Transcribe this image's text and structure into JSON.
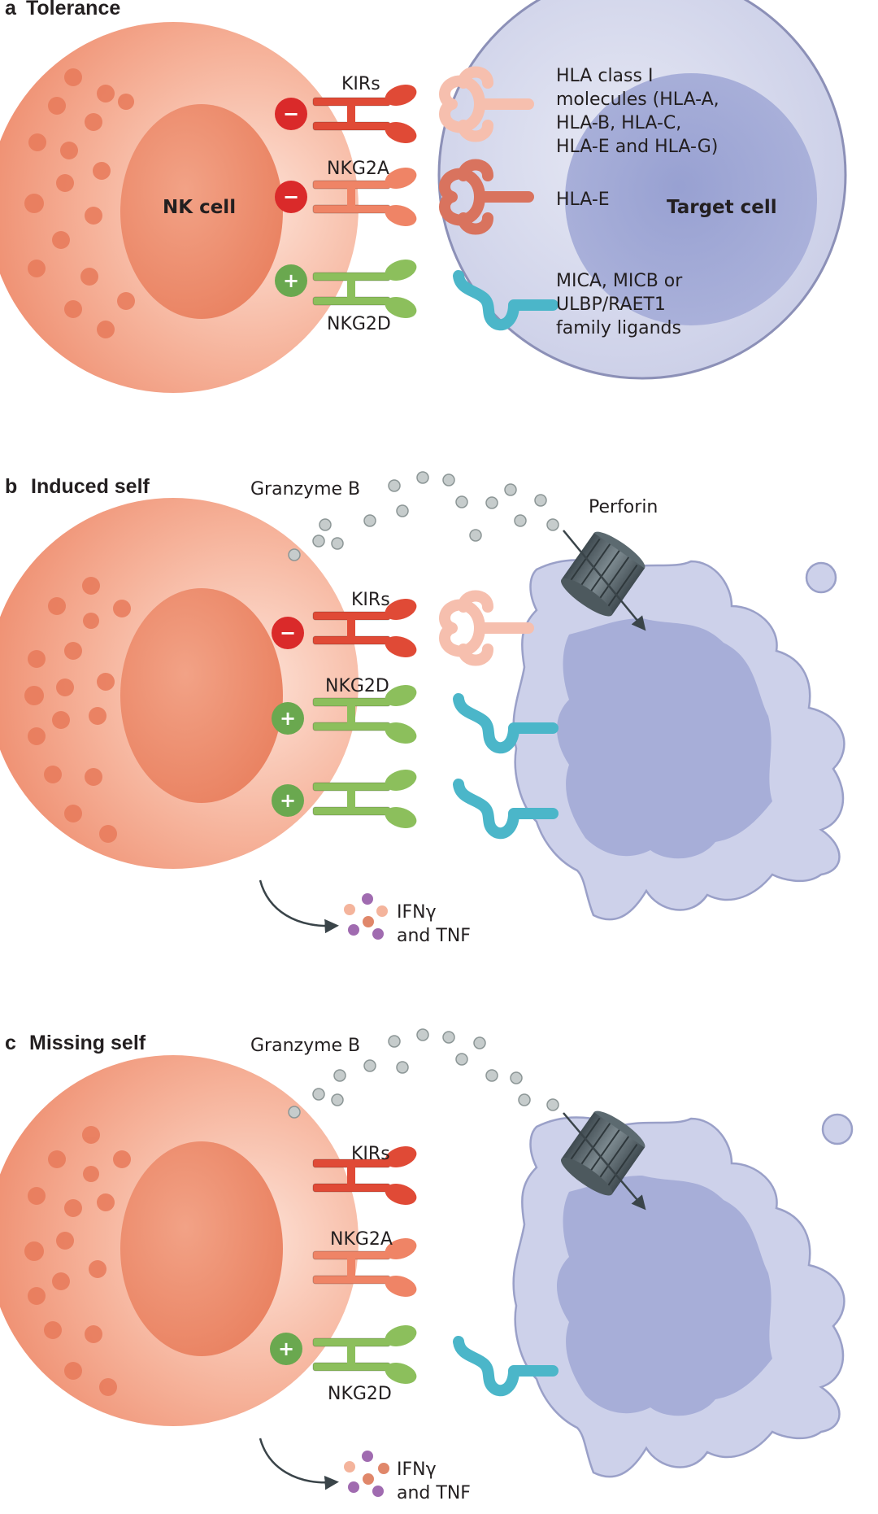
{
  "panels": {
    "a": {
      "letter": "a",
      "title": "Tolerance",
      "nk_cell_label": "NK cell",
      "target_cell_label": "Target cell",
      "receptors": {
        "kir": "KIRs",
        "nkg2a": "NKG2A",
        "nkg2d": "NKG2D"
      },
      "signs": {
        "kir": "−",
        "nkg2a": "−",
        "nkg2d": "+"
      },
      "ligands": {
        "hla_class_i": [
          "HLA class I",
          "molecules (HLA-A,",
          "HLA-B, HLA-C,",
          "HLA-E and HLA-G)"
        ],
        "hla_e": "HLA-E",
        "mic": [
          "MICA, MICB or",
          "ULBP/RAET1",
          "family ligands"
        ]
      }
    },
    "b": {
      "letter": "b",
      "title": "Induced self",
      "granzyme": "Granzyme B",
      "perforin": "Perforin",
      "receptors": {
        "kir": "KIRs",
        "nkg2d": "NKG2D"
      },
      "signs": {
        "kir": "−",
        "nkg2d_1": "+",
        "nkg2d_2": "+"
      },
      "cytokines": [
        "IFNγ",
        "and TNF"
      ]
    },
    "c": {
      "letter": "c",
      "title": "Missing self",
      "granzyme": "Granzyme B",
      "receptors": {
        "kir": "KIRs",
        "nkg2a": "NKG2A",
        "nkg2d": "NKG2D"
      },
      "signs": {
        "nkg2d": "+"
      },
      "cytokines": [
        "IFNγ",
        "and TNF"
      ]
    }
  },
  "colors": {
    "nk_cell": "#f3a488",
    "nk_nucleus": "#ee8f70",
    "target_cell": "#c9cde6",
    "target_nucleus": "#a7aed8",
    "kir": "#e04a36",
    "nkg2a": "#ef8466",
    "nkg2d": "#8cbf5c",
    "hla_class_i": "#f6bfae",
    "hla_e": "#d9735e",
    "mic": "#4bb6c9",
    "inhibitory_sign": "#da2a2a",
    "activating_sign": "#6aa84f",
    "granzyme": "#bfc6c6",
    "perforin": "#5c6a70"
  }
}
